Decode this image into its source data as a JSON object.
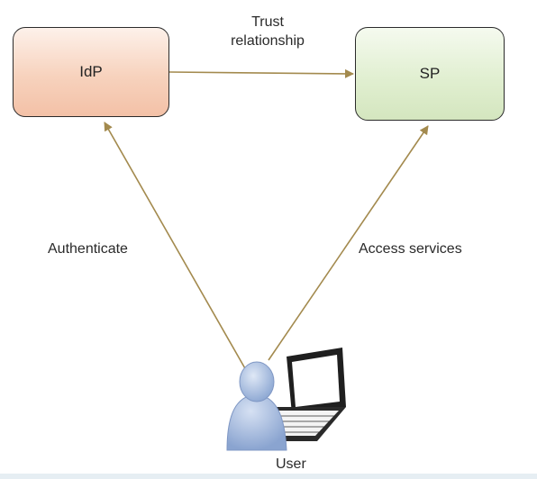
{
  "nodes": {
    "idp": {
      "label": "IdP",
      "fill": "#f7d2bd"
    },
    "sp": {
      "label": "SP",
      "fill": "#e1efd1"
    },
    "user": {
      "label": "User"
    }
  },
  "edges": {
    "trust": {
      "line1": "Trust",
      "line2": "relationship"
    },
    "authenticate": {
      "label": "Authenticate"
    },
    "access": {
      "label": "Access services"
    }
  },
  "colors": {
    "arrow": "#a38a4e",
    "user_figure": "#a7bde0",
    "laptop": "#1f1f1f"
  }
}
